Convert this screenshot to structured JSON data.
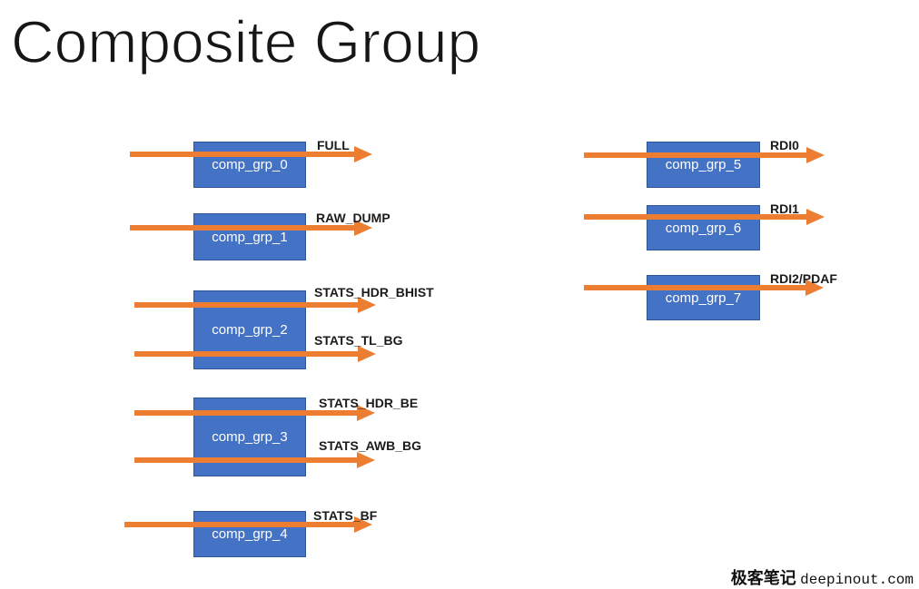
{
  "title": "Composite Group",
  "colors": {
    "box_fill": "#4472C4",
    "box_border": "#2F5597",
    "arrow": "#ED7D31",
    "label_text": "#1B1B1B",
    "box_text": "#FFFFFF",
    "title_text": "#161616",
    "watermark_text": "#111111"
  },
  "diagram": {
    "groups": [
      {
        "label": "comp_grp_0",
        "outputs": [
          "FULL"
        ]
      },
      {
        "label": "comp_grp_1",
        "outputs": [
          "RAW_DUMP"
        ]
      },
      {
        "label": "comp_grp_2",
        "outputs": [
          "STATS_HDR_BHIST",
          "STATS_TL_BG"
        ]
      },
      {
        "label": "comp_grp_3",
        "outputs": [
          "STATS_HDR_BE",
          "STATS_AWB_BG"
        ]
      },
      {
        "label": "comp_grp_4",
        "outputs": [
          "STATS_BF"
        ]
      },
      {
        "label": "comp_grp_5",
        "outputs": [
          "RDI0"
        ]
      },
      {
        "label": "comp_grp_6",
        "outputs": [
          "RDI1"
        ]
      },
      {
        "label": "comp_grp_7",
        "outputs": [
          "RDI2/PDAF"
        ]
      }
    ]
  },
  "watermark": {
    "text_cn": "极客笔记",
    "text_site": "deepinout.com"
  }
}
